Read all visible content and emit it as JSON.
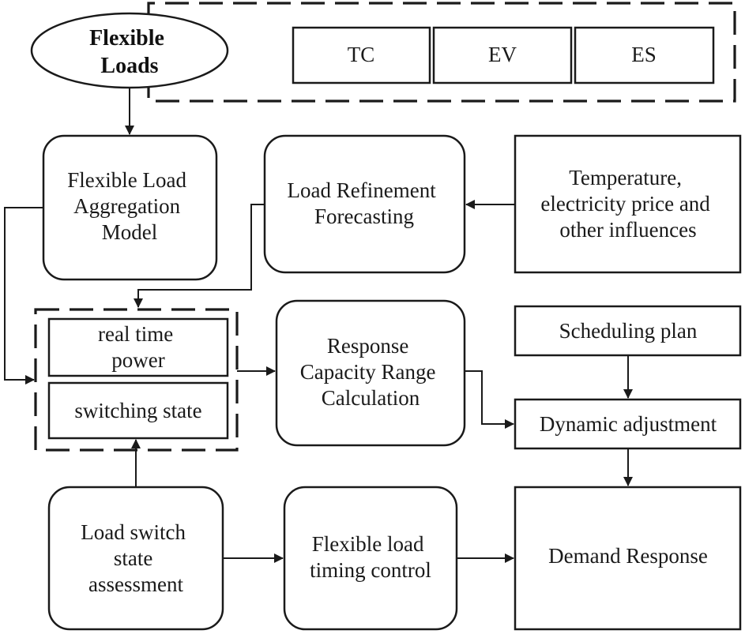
{
  "nodes": {
    "flexible_loads": [
      "Flexible",
      "Loads"
    ],
    "tc": "TC",
    "ev": "EV",
    "es": "ES",
    "aggregation_model": [
      "Flexible Load",
      "Aggregation",
      "Model"
    ],
    "load_refinement": [
      "Load Refinement",
      "Forecasting"
    ],
    "influences": [
      "Temperature,",
      "electricity price and",
      "other influences"
    ],
    "real_time_power": [
      "real time",
      "power"
    ],
    "switching_state": "switching state",
    "response_capacity": [
      "Response",
      "Capacity Range",
      "Calculation"
    ],
    "scheduling_plan": "Scheduling plan",
    "dynamic_adjustment": "Dynamic adjustment",
    "load_switch": [
      "Load switch",
      "state",
      "assessment"
    ],
    "timing_control": [
      "Flexible load",
      "timing control"
    ],
    "demand_response": "Demand Response"
  },
  "edges": [
    {
      "from": "Flexible Loads",
      "to": "Flexible Load Aggregation Model"
    },
    {
      "from": "Flexible Load Aggregation Model",
      "to": "real time power / switching state"
    },
    {
      "from": "Temperature, electricity price and other influences",
      "to": "Load Refinement Forecasting"
    },
    {
      "from": "Load Refinement Forecasting",
      "to": "real time power"
    },
    {
      "from": "real time power / switching state",
      "to": "Response Capacity Range Calculation"
    },
    {
      "from": "Response Capacity Range Calculation",
      "to": "Dynamic adjustment"
    },
    {
      "from": "Scheduling plan",
      "to": "Dynamic adjustment"
    },
    {
      "from": "Dynamic adjustment",
      "to": "Demand Response"
    },
    {
      "from": "Load switch state assessment",
      "to": "switching state"
    },
    {
      "from": "Load switch state assessment",
      "to": "Flexible load timing control"
    },
    {
      "from": "Flexible load timing control",
      "to": "Demand Response"
    }
  ]
}
